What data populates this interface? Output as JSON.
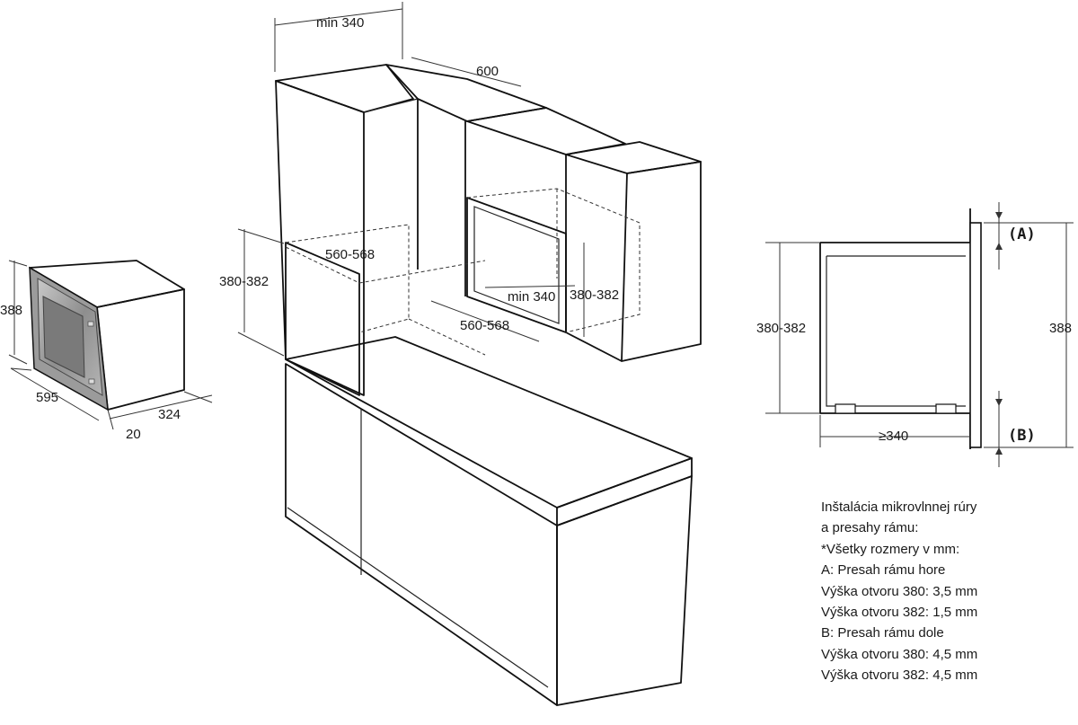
{
  "small_unit": {
    "height_label": "388",
    "width_label": "595",
    "depth_label": "324",
    "frame_label": "20"
  },
  "cabinet": {
    "top_width_label": "min 340",
    "top_depth_label": "600",
    "opening_height_label": "380-382",
    "opening_width_label": "560-568",
    "inner_depth_label": "min 340",
    "right_height_label": "380-382",
    "right_width_label": "560-568"
  },
  "section": {
    "opening_height_label": "380-382",
    "total_height_label": "388",
    "depth_label": "≥340",
    "frame_a_label": "(A)",
    "frame_b_label": "(B)"
  },
  "notes": [
    "Inštalácia mikrovlnnej rúry",
    "a presahy rámu:",
    "*Všetky rozmery v mm:",
    "A: Presah rámu hore",
    "Výška otvoru 380: 3,5 mm",
    "Výška otvoru 382: 1,5 mm",
    "B: Presah rámu dole",
    "Výška otvoru 380: 4,5 mm",
    "Výška otvoru 382: 4,5 mm"
  ]
}
